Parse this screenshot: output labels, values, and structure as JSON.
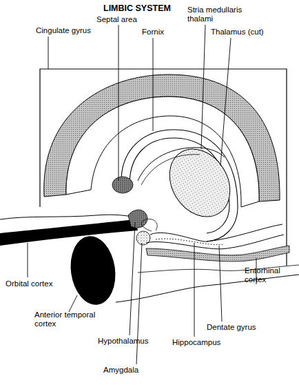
{
  "diagram": {
    "title": "LIMBIC SYSTEM",
    "labels": [
      "Cingulate gyrus",
      "Septal area",
      "Fornix",
      "Stria medullaris thalami",
      "Thalamus (cut)",
      "Orbital cortex",
      "Anterior temporal cortex",
      "Hypothalamus",
      "Amygdala",
      "Hippocampus",
      "Dentate gyrus",
      "Entorhinal cortex"
    ]
  }
}
